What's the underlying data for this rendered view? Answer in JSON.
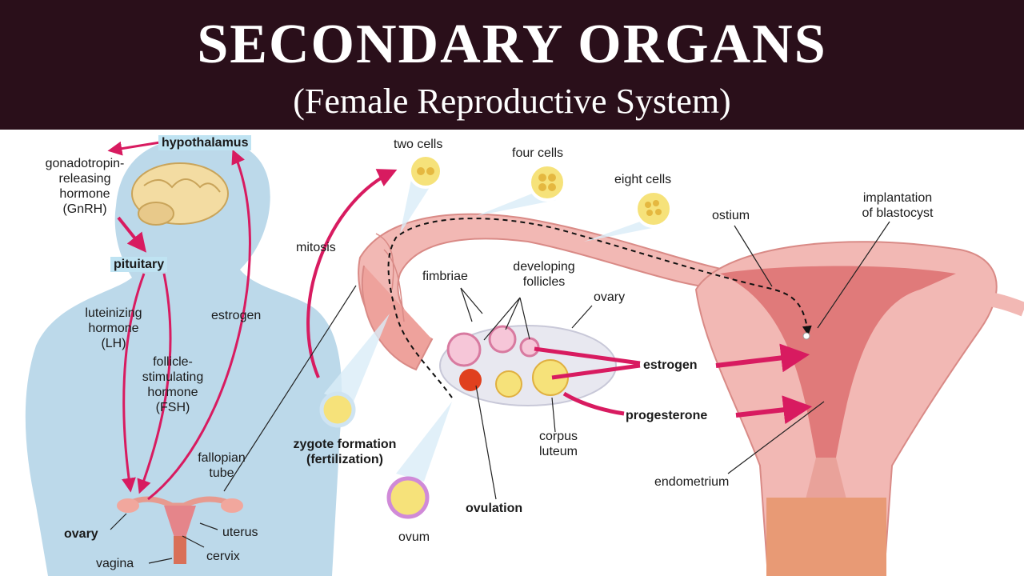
{
  "header": {
    "title": "SECONDARY ORGANS",
    "subtitle": "(Female Reproductive System)"
  },
  "labels": {
    "hypothalamus": "hypothalamus",
    "gnrh": [
      "gonadotropin-",
      "releasing",
      "hormone",
      "(GnRH)"
    ],
    "pituitary": "pituitary",
    "lh": [
      "luteinizing",
      "hormone",
      "(LH)"
    ],
    "fsh": [
      "follicle-",
      "stimulating",
      "hormone",
      "(FSH)"
    ],
    "estrogen_left": "estrogen",
    "fallopian_tube": [
      "fallopian",
      "tube"
    ],
    "ovary_left": "ovary",
    "uterus": "uterus",
    "vagina": "vagina",
    "cervix": "cervix",
    "two_cells": "two cells",
    "four_cells": "four cells",
    "eight_cells": "eight cells",
    "mitosis": "mitosis",
    "fimbriae": "fimbriae",
    "developing_follicles": [
      "developing",
      "follicles"
    ],
    "ovary_right": "ovary",
    "ostium": "ostium",
    "implantation": [
      "implantation",
      "of blastocyst"
    ],
    "estrogen_right": "estrogen",
    "progesterone": "progesterone",
    "zygote": [
      "zygote formation",
      "(fertilization)"
    ],
    "corpus_luteum": [
      "corpus",
      "luteum"
    ],
    "ovulation": "ovulation",
    "ovum": "ovum",
    "endometrium": "endometrium"
  },
  "colors": {
    "banner": "#2a0f1a",
    "arrow": "#d81b60",
    "silhouette": "#bcd9ea",
    "tissue": "#f2b8b4",
    "tissue_dark": "#d98a86",
    "follicle": "#f6e27a"
  }
}
